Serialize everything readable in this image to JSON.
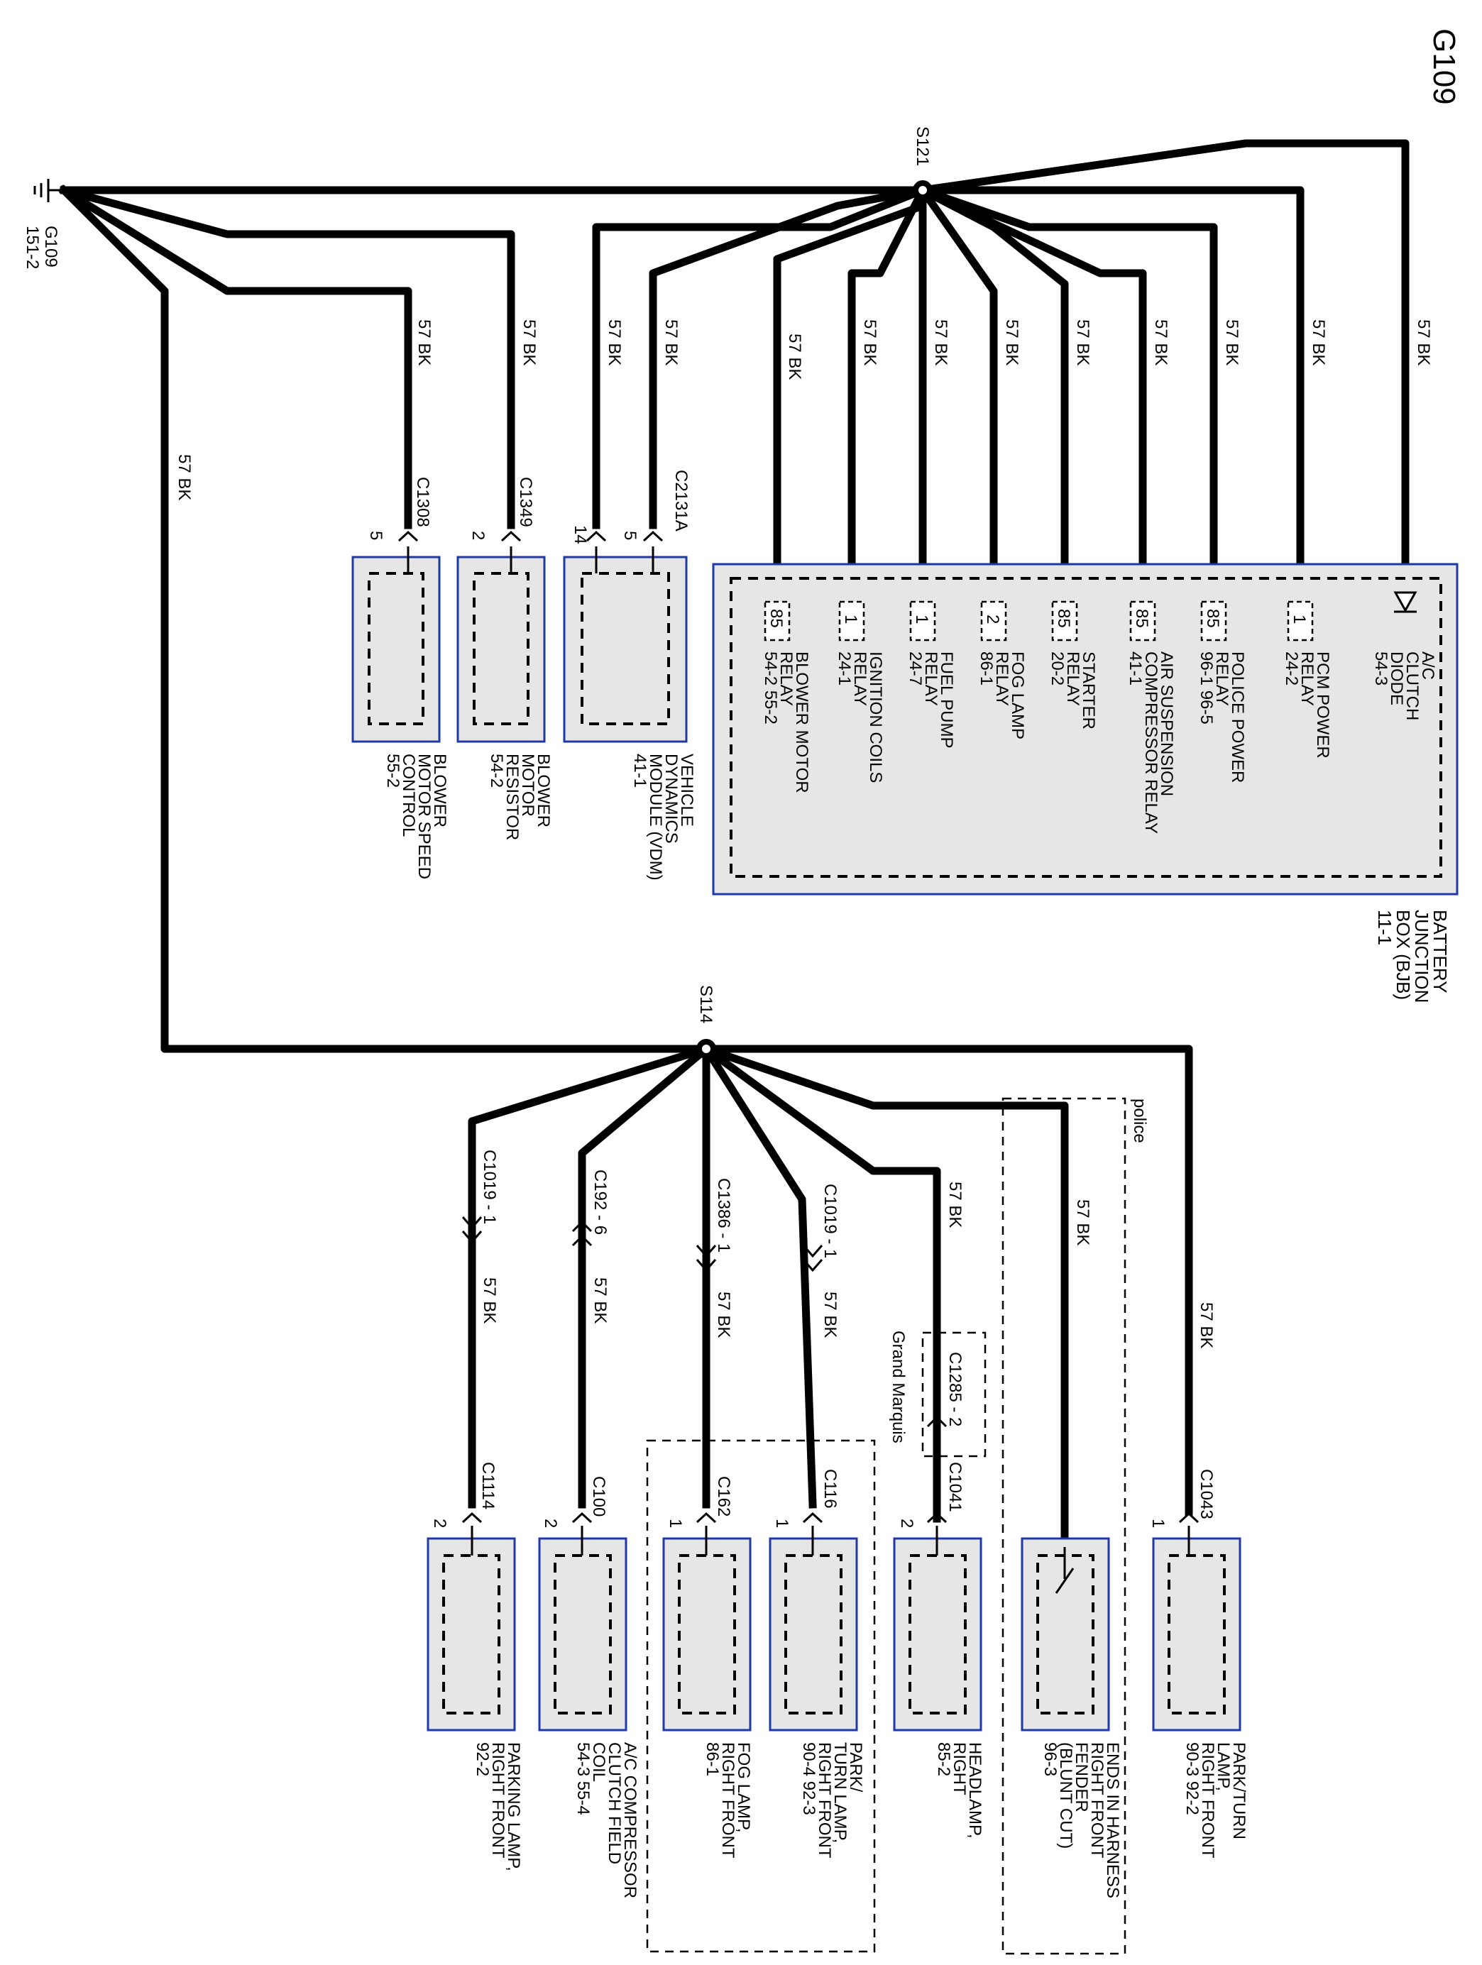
{
  "title": "G109",
  "ground": {
    "name": "G109",
    "ref": "151-2"
  },
  "splices": {
    "upper": "S121",
    "lower": "S114"
  },
  "wire_label": "57  BK",
  "bjb": {
    "label": [
      "BATTERY",
      "JUNCTION",
      "BOX (BJB)",
      "11-1"
    ],
    "relays": [
      {
        "pin": "85",
        "lines": [
          "BLOWER MOTOR",
          "RELAY",
          "54-2    55-2"
        ]
      },
      {
        "pin": "1",
        "lines": [
          "IGNITION COILS",
          "RELAY",
          "24-1"
        ]
      },
      {
        "pin": "1",
        "lines": [
          "FUEL PUMP",
          "RELAY",
          "24-7"
        ]
      },
      {
        "pin": "2",
        "lines": [
          "FOG LAMP",
          "RELAY",
          "86-1"
        ]
      },
      {
        "pin": "85",
        "lines": [
          "STARTER",
          "RELAY",
          "20-2"
        ]
      },
      {
        "pin": "85",
        "lines": [
          "AIR SUSPENSION",
          "COMPRESSOR RELAY",
          "41-1"
        ]
      },
      {
        "pin": "85",
        "lines": [
          "POLICE POWER",
          "RELAY",
          "96-1    96-5"
        ]
      },
      {
        "pin": "1",
        "lines": [
          "PCM POWER",
          "RELAY",
          "24-2"
        ]
      },
      {
        "pin": "",
        "lines": [
          "A/C",
          "CLUTCH",
          "DIODE",
          "54-3"
        ]
      }
    ]
  },
  "upper_components": [
    {
      "connector": "C1308",
      "pin": "5",
      "lines": [
        "BLOWER",
        "MOTOR SPEED",
        "CONTROL",
        "55-2"
      ]
    },
    {
      "connector": "C1349",
      "pin": "2",
      "lines": [
        "BLOWER",
        "MOTOR",
        "RESISTOR",
        "54-2"
      ]
    },
    {
      "connector": "C2131A",
      "pin": "5",
      "pin2": "14",
      "lines": [
        "VEHICLE",
        "DYNAMICS",
        "MODULE (VDM)",
        "41-1"
      ]
    }
  ],
  "lower_components": [
    {
      "inline": "C1019 - 1",
      "connector": "C1114",
      "pin": "2",
      "lines": [
        "PARKING LAMP,",
        "RIGHT FRONT",
        "92-2"
      ]
    },
    {
      "inline": "C192 - 6",
      "connector": "C100",
      "pin": "2",
      "lines": [
        "A/C COMPRESSOR",
        "CLUTCH FIELD",
        "COIL",
        "54-3     55-4"
      ]
    },
    {
      "inline": "C1386 - 1",
      "connector": "C162",
      "pin": "1",
      "lines": [
        "FOG LAMP,",
        "RIGHT FRONT",
        "86-1"
      ]
    },
    {
      "inline": "C1019 - 1",
      "connector": "C116",
      "pin": "1",
      "lines": [
        "PARK/",
        "TURN LAMP,",
        "RIGHT FRONT",
        "90-4    92-3"
      ]
    },
    {
      "inline": "C1285 - 2",
      "connector": "C1041",
      "pin": "2",
      "lines": [
        "HEADLAMP,",
        "RIGHT",
        "85-2"
      ]
    },
    {
      "inline": "",
      "connector": "",
      "pin": "",
      "lines": [
        "ENDS IN HARNESS",
        "RIGHT FRONT",
        "FENDER",
        "(BLUNT CUT)",
        "96-3"
      ]
    },
    {
      "inline": "",
      "connector": "C1043",
      "pin": "1",
      "lines": [
        "PARK/TURN",
        "LAMP,",
        "RIGHT FRONT",
        "90-3    92-2"
      ]
    }
  ],
  "options": {
    "police": "police",
    "grand_marquis": "Grand Marquis"
  }
}
